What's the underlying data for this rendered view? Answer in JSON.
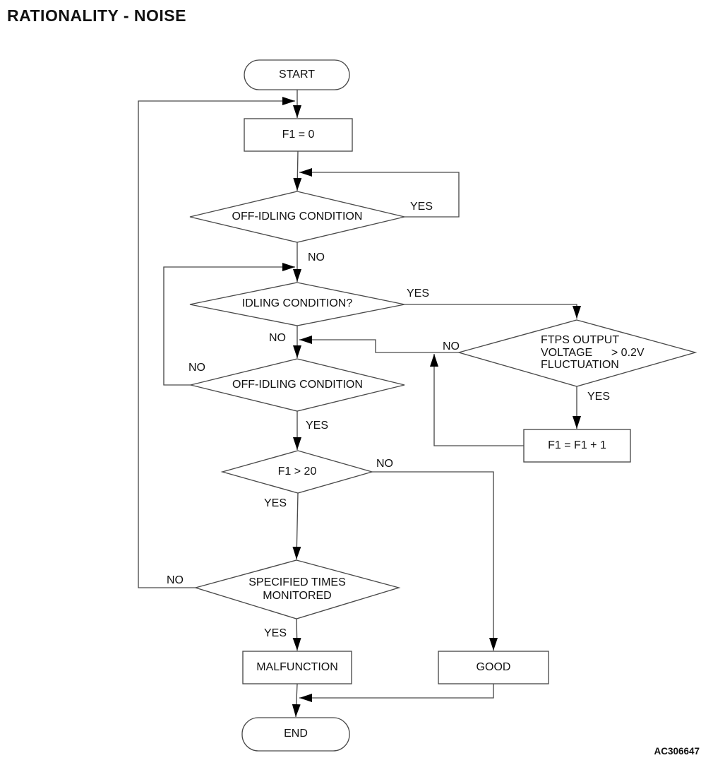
{
  "title": "RATIONALITY - NOISE",
  "figure_code": "AC306647",
  "colors": {
    "line": "#4a4a4a",
    "arrow": "#000000",
    "text": "#111111",
    "background": "#ffffff"
  },
  "flowchart": {
    "nodes": {
      "start": {
        "type": "terminator",
        "label": "START"
      },
      "init": {
        "type": "process",
        "label": "F1 = 0"
      },
      "off_idling_1": {
        "type": "decision",
        "label": "OFF-IDLING CONDITION"
      },
      "idling": {
        "type": "decision",
        "label": "IDLING CONDITION?"
      },
      "ftps": {
        "type": "decision",
        "line1": "FTPS OUTPUT",
        "line2": "VOLTAGE      > 0.2V",
        "line3": "FLUCTUATION"
      },
      "off_idling_2": {
        "type": "decision",
        "label": "OFF-IDLING CONDITION"
      },
      "increment": {
        "type": "process",
        "label": "F1 = F1 + 1"
      },
      "f1_gt_20": {
        "type": "decision",
        "label": "F1 > 20"
      },
      "specified_times": {
        "type": "decision",
        "line1": "SPECIFIED TIMES",
        "line2": "MONITORED"
      },
      "malfunction": {
        "type": "process",
        "label": "MALFUNCTION"
      },
      "good": {
        "type": "process",
        "label": "GOOD"
      },
      "end": {
        "type": "terminator",
        "label": "END"
      }
    },
    "edge_labels": {
      "off_idling_1_yes": "YES",
      "off_idling_1_no": "NO",
      "idling_yes": "YES",
      "idling_no": "NO",
      "ftps_no": "NO",
      "ftps_yes": "YES",
      "off_idling_2_no": "NO",
      "off_idling_2_yes": "YES",
      "f1_gt_20_no": "NO",
      "f1_gt_20_yes": "YES",
      "specified_times_no": "NO",
      "specified_times_yes": "YES"
    }
  }
}
